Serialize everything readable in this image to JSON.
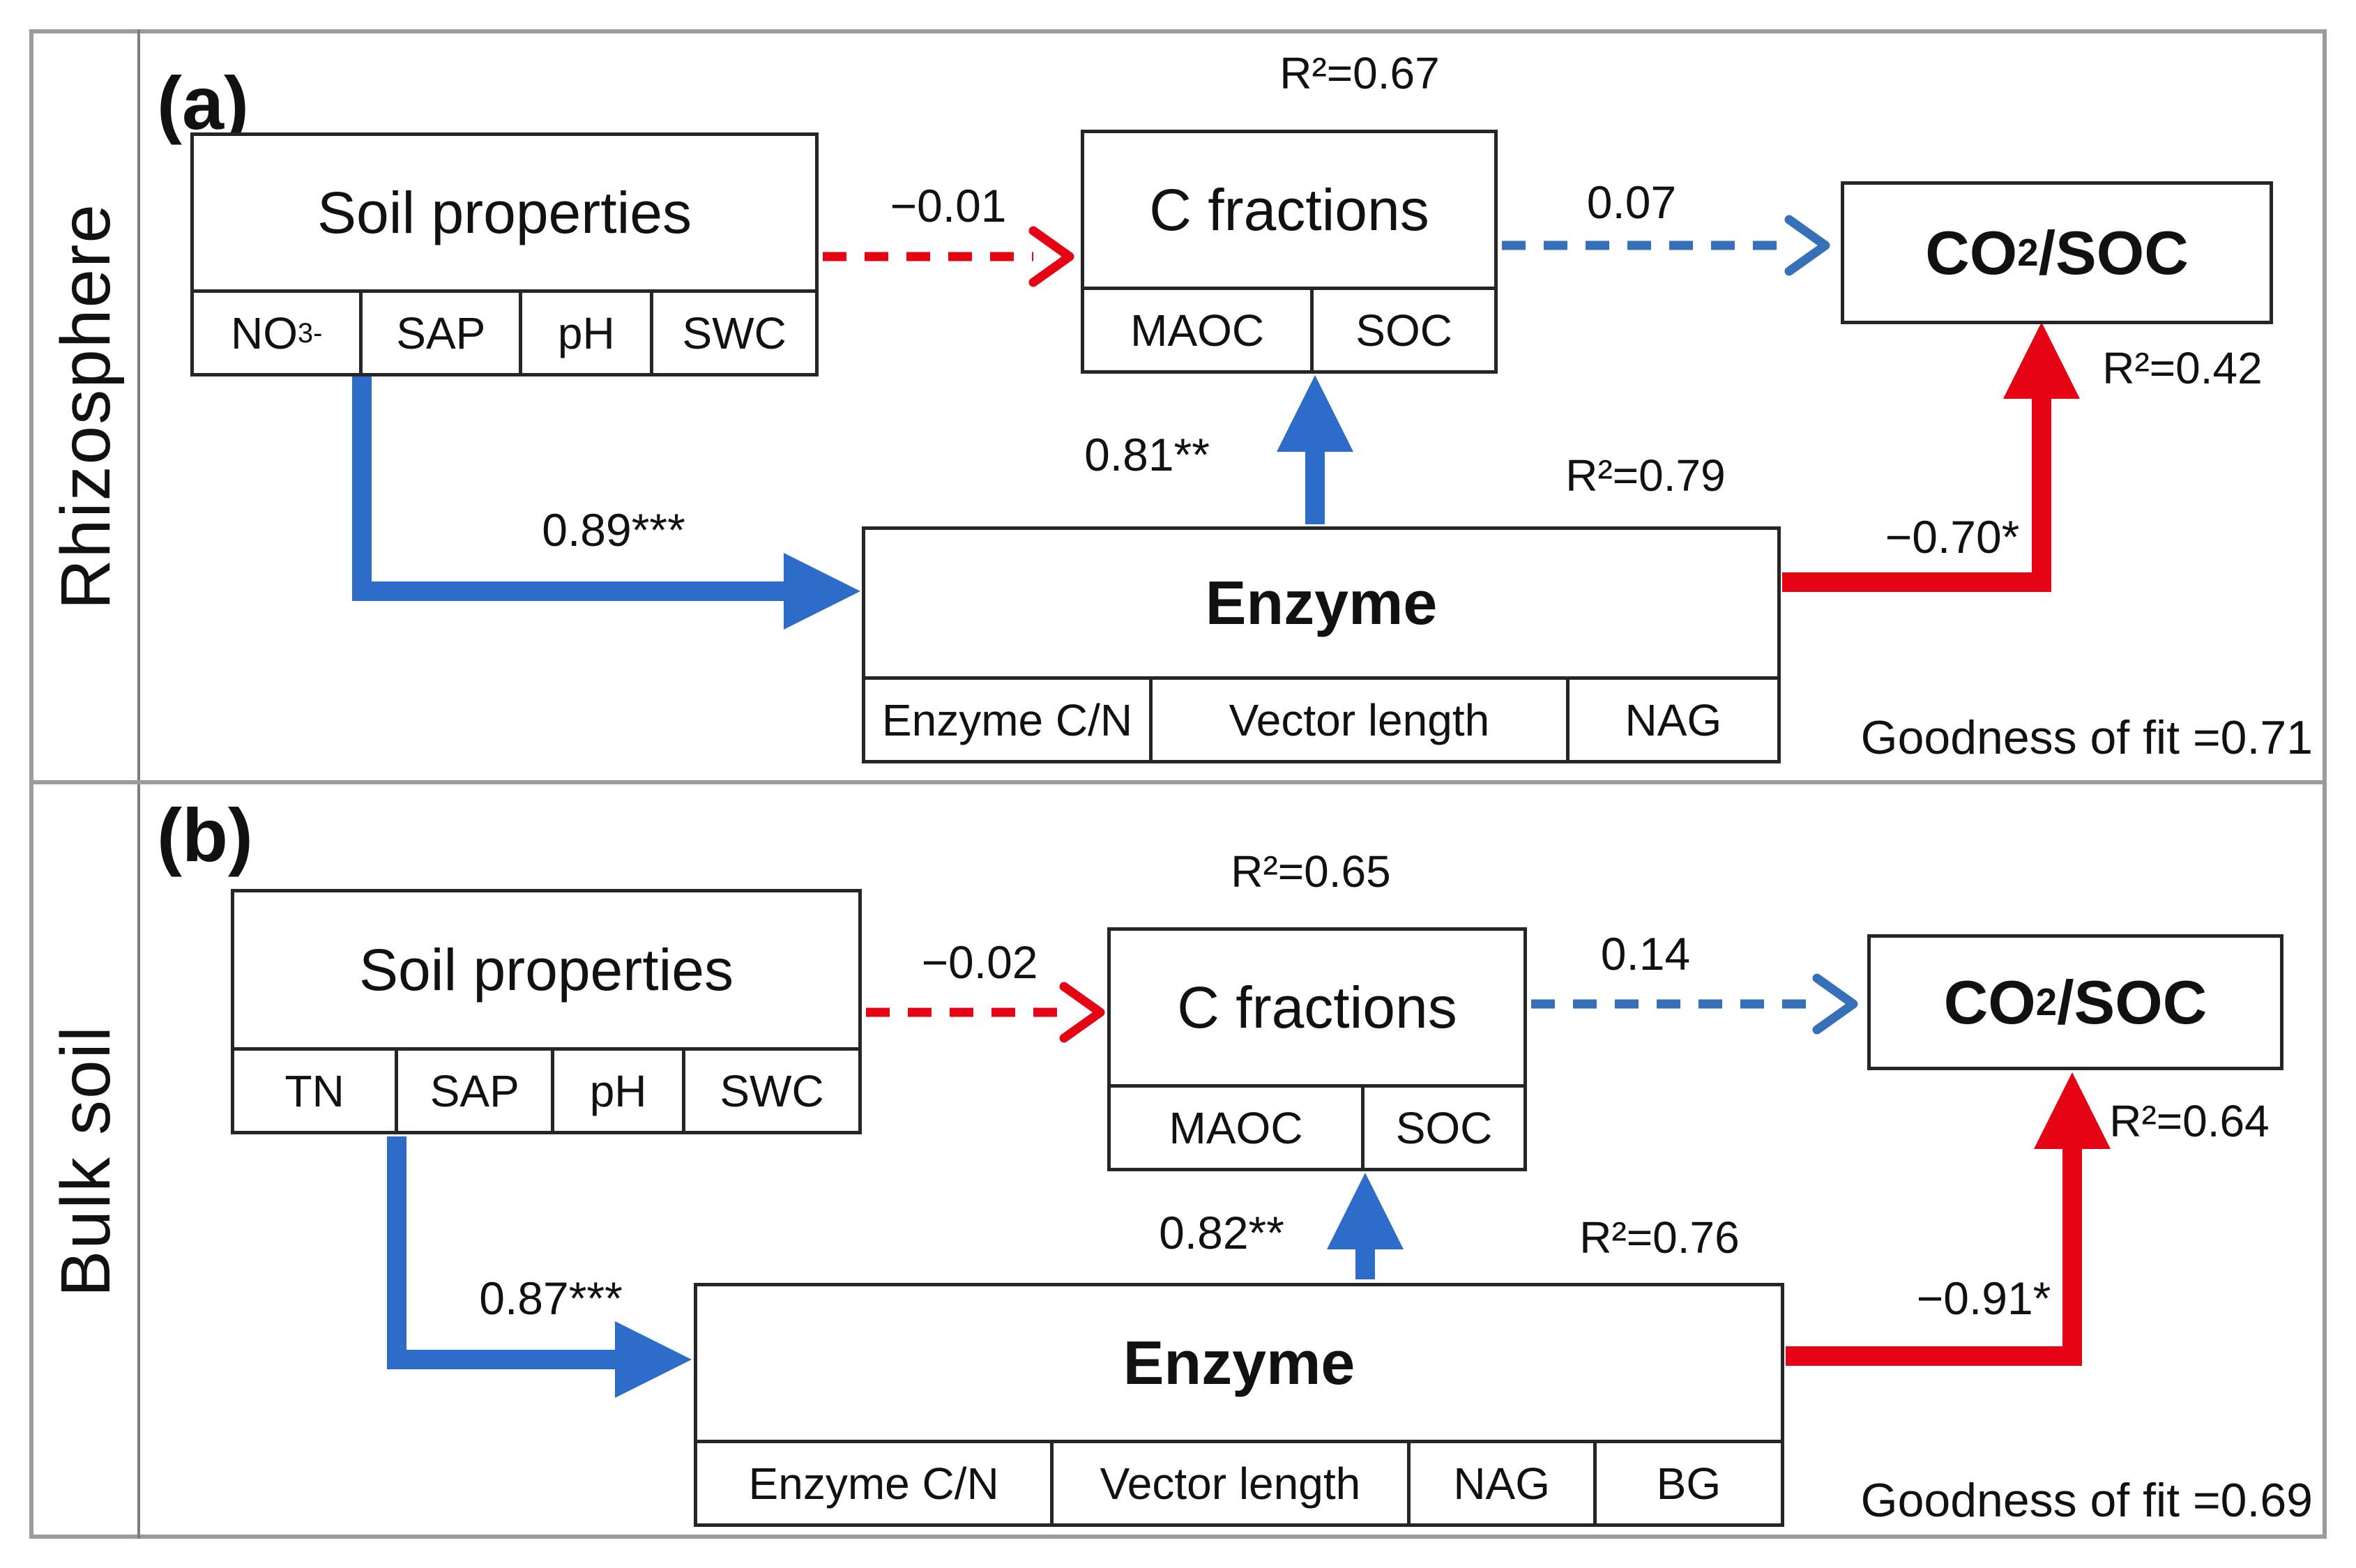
{
  "colors": {
    "positive_solid": "#2d6cc8",
    "positive_dashed": "#3570b8",
    "negative": "#e60314"
  },
  "panels": [
    {
      "letter": "(a)",
      "row_label": "Rhizosphere",
      "goodness_of_fit": "Goodness of fit =0.71",
      "soil": {
        "title": "Soil properties",
        "cells": [
          {
            "base": "NO",
            "sub": "3",
            "sup": "-"
          },
          {
            "base": "SAP"
          },
          {
            "base": "pH"
          },
          {
            "base": "SWC"
          }
        ]
      },
      "cfractions": {
        "title": "C fractions",
        "r2": "R²=0.67",
        "cells": [
          {
            "base": "MAOC"
          },
          {
            "base": "SOC"
          }
        ]
      },
      "co2soc": {
        "base": "CO",
        "sub": "2",
        "rest": "/SOC",
        "r2": "R²=0.42"
      },
      "enzyme": {
        "title": "Enzyme",
        "r2": "R²=0.79",
        "cells": [
          {
            "base": "Enzyme C/N"
          },
          {
            "base": "Vector length"
          },
          {
            "base": "NAG"
          }
        ]
      },
      "paths": {
        "soil_cfractions": "−0.01",
        "cfractions_co2": "0.07",
        "soil_enzyme": "0.89***",
        "enzyme_cfractions": "0.81**",
        "enzyme_co2": "−0.70*"
      }
    },
    {
      "letter": "(b)",
      "row_label": "Bulk soil",
      "goodness_of_fit": "Goodness of fit =0.69",
      "soil": {
        "title": "Soil properties",
        "cells": [
          {
            "base": "TN"
          },
          {
            "base": "SAP"
          },
          {
            "base": "pH"
          },
          {
            "base": "SWC"
          }
        ]
      },
      "cfractions": {
        "title": "C fractions",
        "r2": "R²=0.65",
        "cells": [
          {
            "base": "MAOC"
          },
          {
            "base": "SOC"
          }
        ]
      },
      "co2soc": {
        "base": "CO",
        "sub": "2",
        "rest": "/SOC",
        "r2": "R²=0.64"
      },
      "enzyme": {
        "title": "Enzyme",
        "r2": "R²=0.76",
        "cells": [
          {
            "base": "Enzyme C/N"
          },
          {
            "base": "Vector length"
          },
          {
            "base": "NAG"
          },
          {
            "base": "BG"
          }
        ]
      },
      "paths": {
        "soil_cfractions": "−0.02",
        "cfractions_co2": "0.14",
        "soil_enzyme": "0.87***",
        "enzyme_cfractions": "0.82**",
        "enzyme_co2": "−0.91*"
      }
    }
  ]
}
